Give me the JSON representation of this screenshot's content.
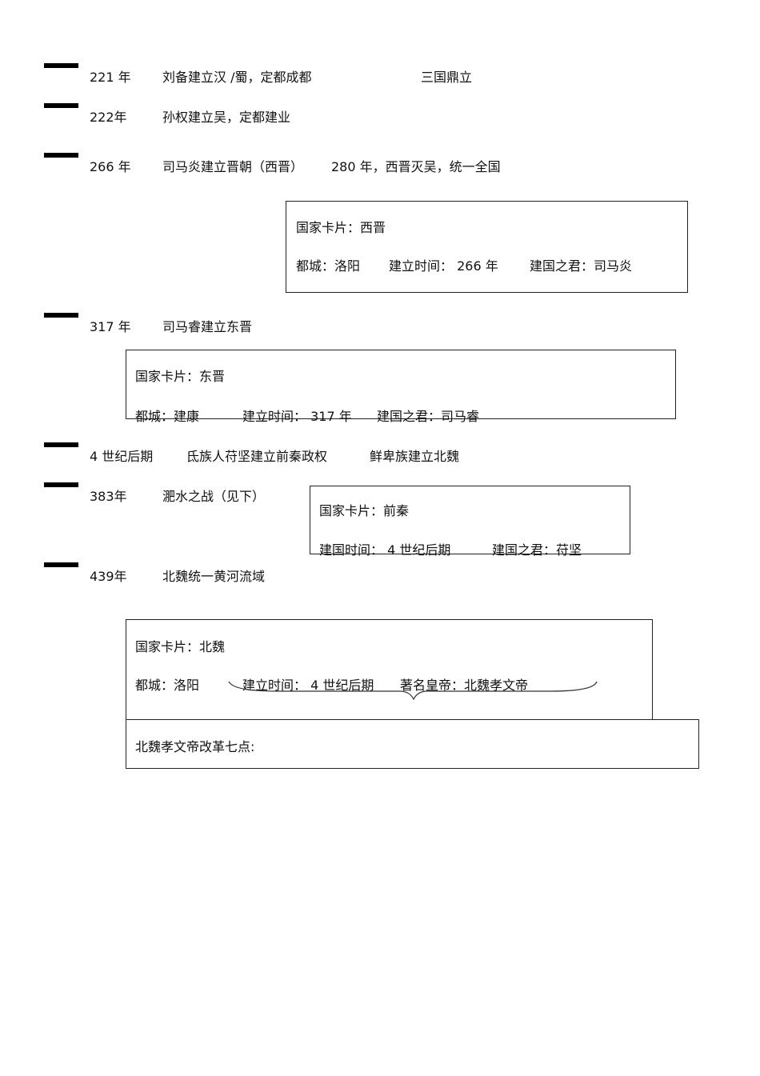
{
  "timeline": [
    {
      "year": "221 年",
      "event": "刘备建立汉 /蜀，定都成都",
      "note": "三国鼎立"
    },
    {
      "year": "222年",
      "event": "孙权建立吴，定都建业"
    },
    {
      "year": "266 年",
      "event": "司马炎建立晋朝（西晋）",
      "note": "280 年，西晋灭吴，统一全国"
    },
    {
      "year": "317 年",
      "event": "司马睿建立东晋"
    },
    {
      "year": "4 世纪后期",
      "event": "氐族人苻坚建立前秦政权",
      "note": "鲜卑族建立北魏"
    },
    {
      "year": "383年",
      "event": "淝水之战（见下）"
    },
    {
      "year": "439年",
      "event": "北魏统一黄河流域"
    }
  ],
  "cards": {
    "xijin": {
      "title": "国家卡片：西晋",
      "capital": "都城：洛阳",
      "founded": "建立时间：  266 年",
      "founder": "建国之君：司马炎"
    },
    "dongjin": {
      "title": "国家卡片：东晋",
      "capital": "都城：建康",
      "founded": "建立时间：  317 年",
      "founder": "建国之君：司马睿"
    },
    "qianqin": {
      "title": "国家卡片：前秦",
      "founded": "建国时间：  4 世纪后期",
      "founder": "建国之君：苻坚"
    },
    "beiwei": {
      "title": "国家卡片：北魏",
      "capital": "都城：洛阳",
      "founded": "建立时间：  4 世纪后期",
      "emperor": "著名皇帝：北魏孝文帝"
    }
  },
  "reform": {
    "label": "北魏孝文帝改革七点:"
  }
}
